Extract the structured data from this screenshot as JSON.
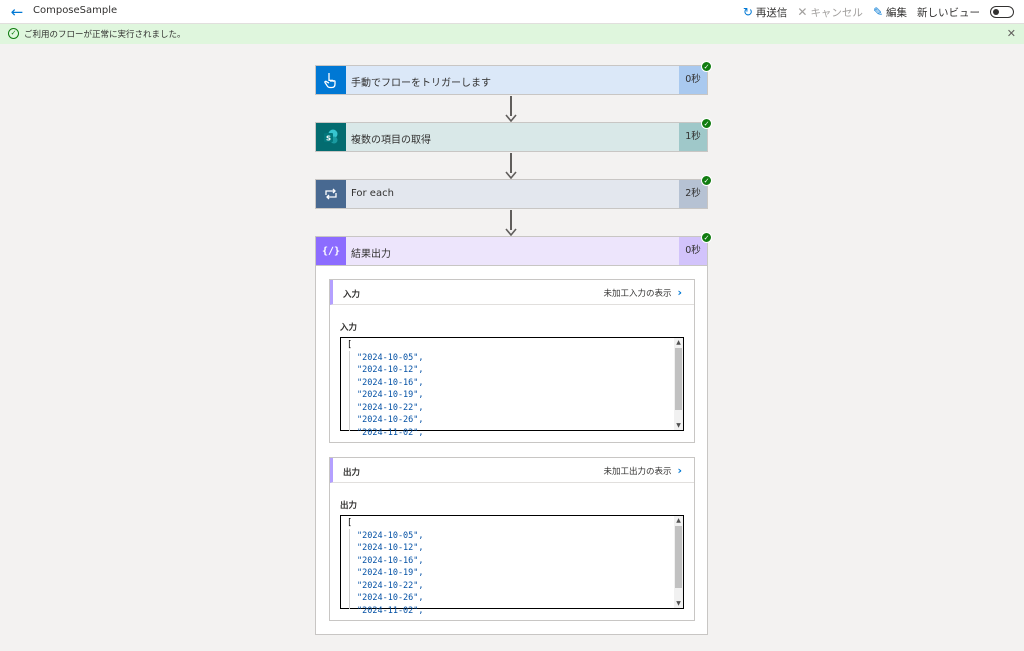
{
  "topbar": {
    "title": "ComposeSample",
    "resubmit": "再送信",
    "cancel": "キャンセル",
    "edit": "編集",
    "new_view": "新しいビュー"
  },
  "banner": {
    "message": "ご利用のフローが正常に実行されました。"
  },
  "steps": [
    {
      "label": "手動でフローをトリガーします",
      "duration": "0秒",
      "icon": "touch-icon",
      "color": "#0078d4",
      "bg": "#dbe8f8",
      "dur_bg": "#a9c9ef"
    },
    {
      "label": "複数の項目の取得",
      "duration": "1秒",
      "icon": "sharepoint-icon",
      "color": "#036c70",
      "bg": "#d9e8e8",
      "dur_bg": "#9fc8c9"
    },
    {
      "label": "For each",
      "duration": "2秒",
      "icon": "loop-icon",
      "color": "#486991",
      "bg": "#e3e7ee",
      "dur_bg": "#b6c2d3"
    },
    {
      "label": "結果出力",
      "duration": "0秒",
      "icon": "compose-icon",
      "color": "#8c6cff",
      "bg": "#ede5fc",
      "dur_bg": "#d2c3fb"
    }
  ],
  "sections": {
    "input": {
      "title": "入力",
      "link": "未加工入力の表示",
      "sub_label": "入力",
      "open_bracket": "[",
      "values": [
        "\"2024-10-05\",",
        "\"2024-10-12\",",
        "\"2024-10-16\",",
        "\"2024-10-19\",",
        "\"2024-10-22\",",
        "\"2024-10-26\",",
        "\"2024-11-02\","
      ]
    },
    "output": {
      "title": "出力",
      "link": "未加工出力の表示",
      "sub_label": "出力",
      "open_bracket": "[",
      "values": [
        "\"2024-10-05\",",
        "\"2024-10-12\",",
        "\"2024-10-16\",",
        "\"2024-10-19\",",
        "\"2024-10-22\",",
        "\"2024-10-26\",",
        "\"2024-11-02\","
      ]
    }
  }
}
